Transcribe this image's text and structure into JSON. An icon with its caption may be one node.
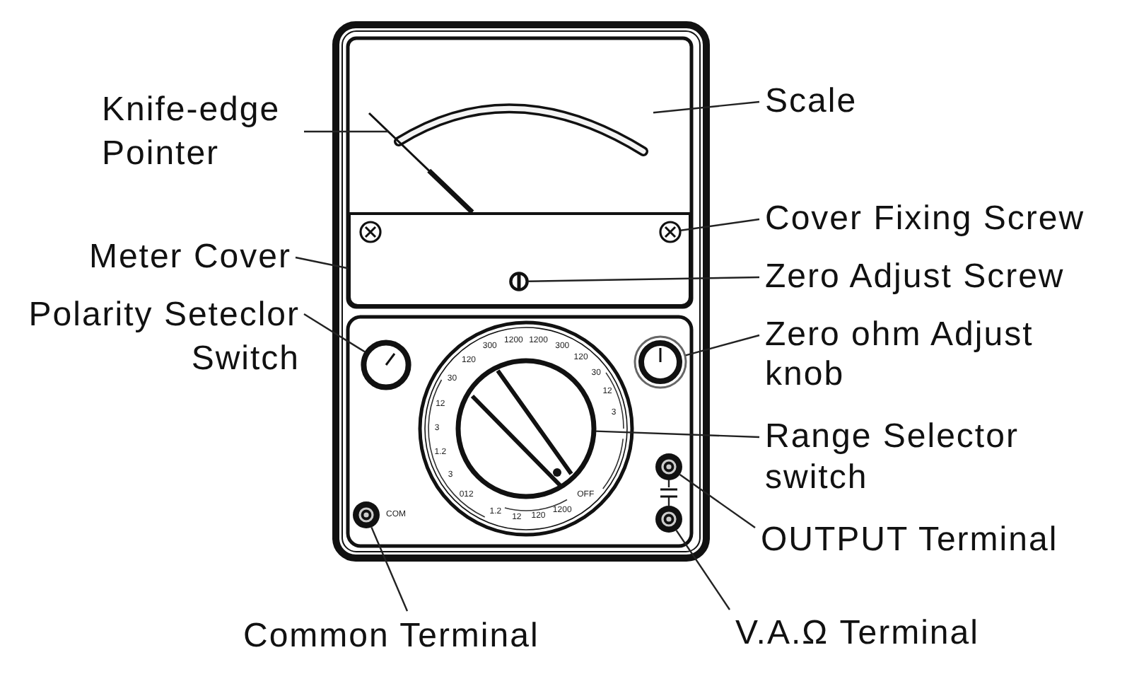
{
  "diagram": {
    "nodes": [
      {
        "text": [
          "Knife-edge Pointer"
        ]
      },
      {
        "text": [
          "Scale"
        ]
      },
      {
        "text": [
          "Cover Fixing Screw"
        ]
      },
      {
        "text": [
          "Meter Cover"
        ]
      },
      {
        "text": [
          "Zero Adjust Screw"
        ]
      },
      {
        "text": [
          "Polarity Seteclor Switch"
        ]
      },
      {
        "text": [
          "Zero ohm Adjust knob"
        ]
      },
      {
        "text": [
          "Range Selector switch"
        ]
      },
      {
        "text": [
          "OUTPUT Terminal"
        ]
      },
      {
        "text": [
          "Common Terminal"
        ]
      },
      {
        "text": [
          "V.A.Ω Terminal"
        ]
      },
      {
        "text": [],
        "shape": "arc"
      },
      {
        "text": [],
        "shape": "needle"
      },
      {
        "text": [],
        "shape": "box"
      },
      {
        "text": [],
        "shape": "circle",
        "in": 13
      },
      {
        "text": [],
        "shape": "circle",
        "in": 13
      },
      {
        "text": [],
        "shape": "circle"
      },
      {
        "text": [],
        "shape": "circle"
      },
      {
        "text": [],
        "shape": "circle"
      },
      {
        "text": [],
        "shape": "circle"
      },
      {
        "text": [],
        "shape": "capacitor"
      },
      {
        "text": [],
        "shape": "circle",
        "beside": [
          "COM"
        ]
      },
      {
        "text": [],
        "shape": "circle"
      }
    ],
    "edges": [
      {
        "from": 0,
        "to": 12,
        "arrow": "none"
      },
      {
        "from": 1,
        "to": 11,
        "arrow": "none"
      },
      {
        "from": 2,
        "to": 14,
        "arrow": "none"
      },
      {
        "from": 3,
        "to": 13,
        "arrow": "none"
      },
      {
        "from": 4,
        "to": 15,
        "arrow": "none"
      },
      {
        "from": 5,
        "to": 16,
        "arrow": "none"
      },
      {
        "from": 6,
        "to": 17,
        "arrow": "none"
      },
      {
        "from": 7,
        "to": 18,
        "arrow": "none"
      },
      {
        "from": 8,
        "to": 19,
        "arrow": "none"
      },
      {
        "from": 9,
        "to": 21,
        "arrow": "none"
      },
      {
        "from": 10,
        "to": 22,
        "arrow": "none"
      },
      {
        "from": 19,
        "to": 20,
        "arrow": "none"
      },
      {
        "from": 20,
        "to": 22,
        "arrow": "none"
      }
    ],
    "labels": [
      "120",
      "300",
      "1200",
      "1200",
      "300",
      "120",
      "30",
      "12",
      "3",
      "OFF",
      "1200",
      "120",
      "12",
      "1.2",
      "012",
      "3",
      "1.2",
      "3",
      "12",
      "30"
    ]
  }
}
